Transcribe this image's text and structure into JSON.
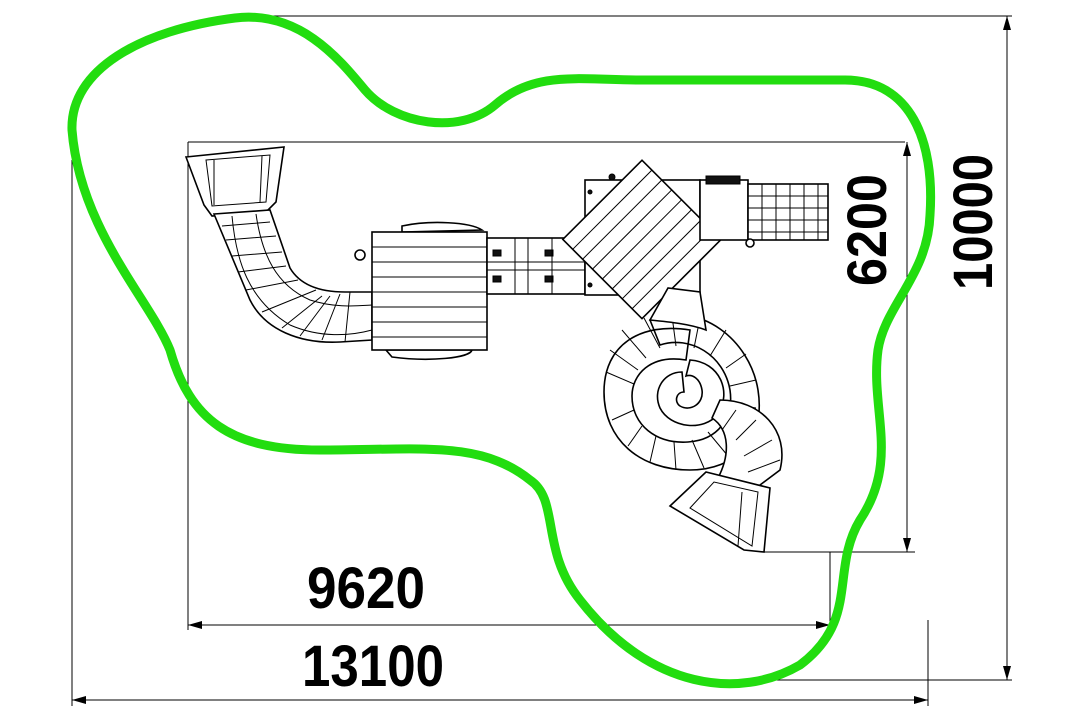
{
  "drawing": {
    "dimensions": {
      "inner_width": "9620",
      "outer_width": "13100",
      "inner_height": "6200",
      "outer_height": "10000"
    },
    "colors": {
      "safety_zone": "#22dd0f",
      "lines": "#000000",
      "background": "#ffffff"
    }
  }
}
